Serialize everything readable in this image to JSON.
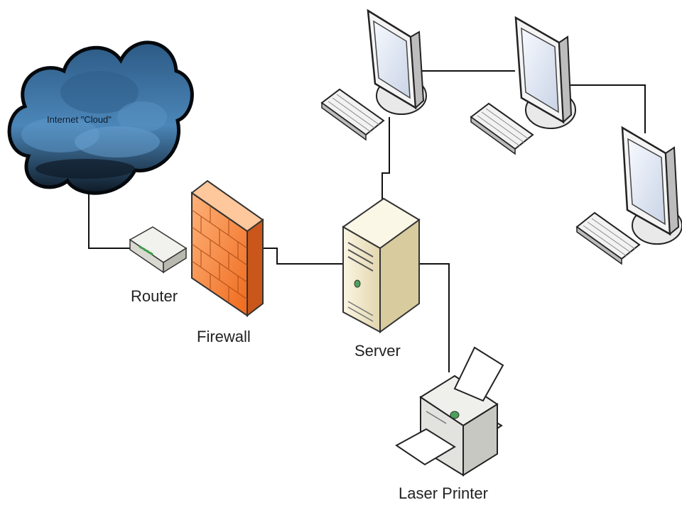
{
  "labels": {
    "cloud": "Internet \"Cloud\"",
    "router": "Router",
    "firewall": "Firewall",
    "server": "Server",
    "printer": "Laser Printer"
  },
  "colors": {
    "cloud_dark": "#0e1a26",
    "cloud_light": "#3e76a8",
    "firewall": "#f07a2c",
    "server": "#efe6c8",
    "monitor_screen": "#e8eef8",
    "link": "#111111"
  }
}
